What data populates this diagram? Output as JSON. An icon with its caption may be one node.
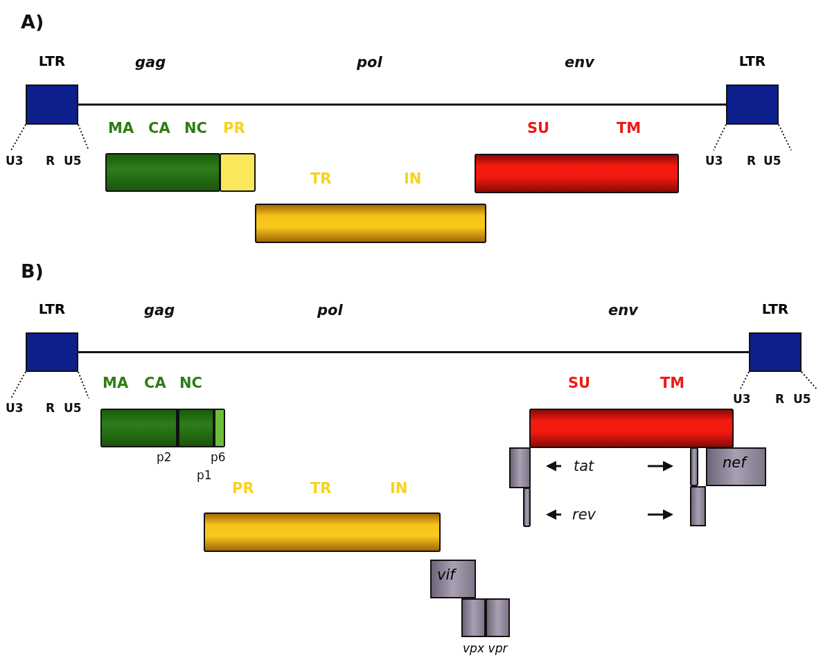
{
  "diagram": {
    "nodes": [
      {
        "text": [
          "LTR"
        ]
      },
      {
        "text": [
          "LTR"
        ]
      },
      {
        "text": [],
        "shape": "bar"
      },
      {
        "text": [],
        "shape": "bar"
      },
      {
        "text": [],
        "shape": "bar"
      },
      {
        "text": [],
        "shape": "bar"
      },
      {
        "text": [
          "LTR"
        ]
      },
      {
        "text": [
          "LTR"
        ]
      },
      {
        "text": [],
        "shape": "bar"
      },
      {
        "text": [],
        "shape": "bar"
      },
      {
        "text": [],
        "shape": "box"
      },
      {
        "text": [],
        "shape": "bar"
      },
      {
        "text": [],
        "shape": "bar"
      },
      {
        "text": [
          "nef"
        ]
      },
      {
        "text": [],
        "shape": "box"
      },
      {
        "text": [],
        "shape": "bar"
      },
      {
        "text": [
          "vif"
        ]
      },
      {
        "text": [
          "vpx"
        ]
      },
      {
        "text": [
          "vpr"
        ]
      }
    ],
    "edges": [
      {
        "from": 0,
        "to": 1,
        "arrow": "none"
      },
      {
        "from": 6,
        "to": 7,
        "arrow": "none"
      }
    ],
    "labels": [
      "A)",
      "gag",
      "pol",
      "env",
      "MA",
      "CA",
      "NC",
      "PR",
      "SU",
      "TM",
      "U3",
      "R",
      "U5",
      "U3",
      "R",
      "U5",
      "TR",
      "IN",
      "B)",
      "gag",
      "pol",
      "env",
      "MA",
      "CA",
      "NC",
      "SU",
      "TM",
      "U3",
      "R",
      "U5",
      "U3",
      "R",
      "U5",
      "p2",
      "p6",
      "p1",
      "PR",
      "TR",
      "IN",
      "tat",
      "rev"
    ]
  }
}
